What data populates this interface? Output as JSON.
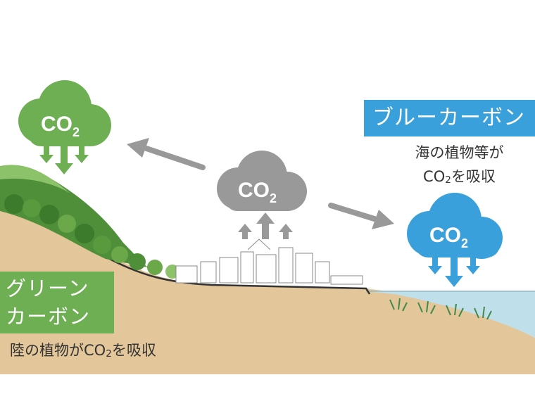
{
  "clouds": {
    "green": {
      "formula": "CO",
      "subscript": "2",
      "color": "#6daf52"
    },
    "center": {
      "formula": "CO",
      "subscript": "2",
      "color": "#999999"
    },
    "blue": {
      "formula": "CO",
      "subscript": "2",
      "color": "#3aa0dc"
    }
  },
  "blue_carbon": {
    "title": "ブルーカーボン",
    "desc_line1": "海の植物等が",
    "desc_line2_pre": "CO",
    "desc_line2_sub": "2",
    "desc_line2_post": "を吸収"
  },
  "green_carbon": {
    "title_line1": "グリーン",
    "title_line2": "カーボン",
    "desc_pre": "陸の植物がCO",
    "desc_sub": "2",
    "desc_post": "を吸収"
  },
  "colors": {
    "green": "#6daf52",
    "blue": "#3aa0dc",
    "gray": "#999999",
    "soil": "#e3c69a",
    "water": "#bfe0ea"
  },
  "icons": [
    "cloud-icon",
    "arrow-down-icon",
    "arrow-up-icon",
    "arrow-left-icon",
    "arrow-right-icon"
  ]
}
